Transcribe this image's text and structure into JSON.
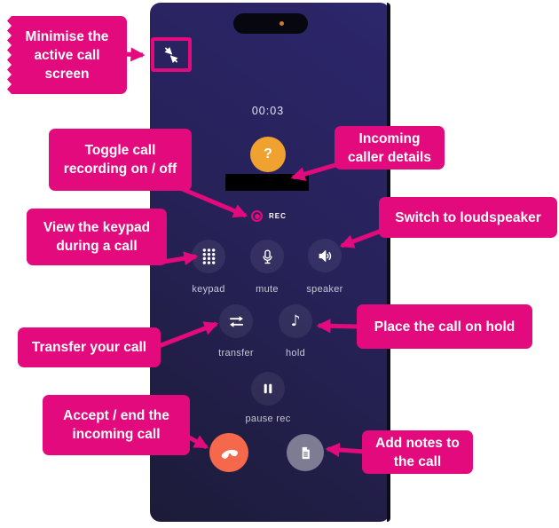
{
  "colors": {
    "accent": "#e20a7c",
    "phone_top": "#2c266c",
    "phone_bottom": "#1c1b38",
    "end_call_button": "#f5684c",
    "avatar": "#efa22f",
    "notes_button": "#7e7c93"
  },
  "phone": {
    "timer": "00:03",
    "avatar_glyph": "?",
    "rec_label": "REC",
    "hold_note_glyph": "♪",
    "controls": {
      "keypad": "keypad",
      "mute": "mute",
      "speaker": "speaker",
      "transfer": "transfer",
      "hold": "hold",
      "pause": "pause rec"
    }
  },
  "annotations": {
    "minimise": {
      "lines": [
        "Minimise the",
        "active call",
        "screen"
      ]
    },
    "toggle": {
      "lines": [
        "Toggle call",
        "recording on / off"
      ]
    },
    "keypad": {
      "lines": [
        "View the keypad",
        "during a call"
      ]
    },
    "transfer": {
      "lines": [
        "Transfer your call"
      ]
    },
    "accept": {
      "lines": [
        "Accept / end the",
        "incoming call"
      ]
    },
    "incoming": {
      "lines": [
        "Incoming",
        "caller details"
      ]
    },
    "speaker": {
      "lines": [
        "Switch to loudspeaker"
      ]
    },
    "hold": {
      "lines": [
        "Place the call on hold"
      ]
    },
    "notes": {
      "lines": [
        "Add notes to",
        "the call"
      ]
    }
  }
}
